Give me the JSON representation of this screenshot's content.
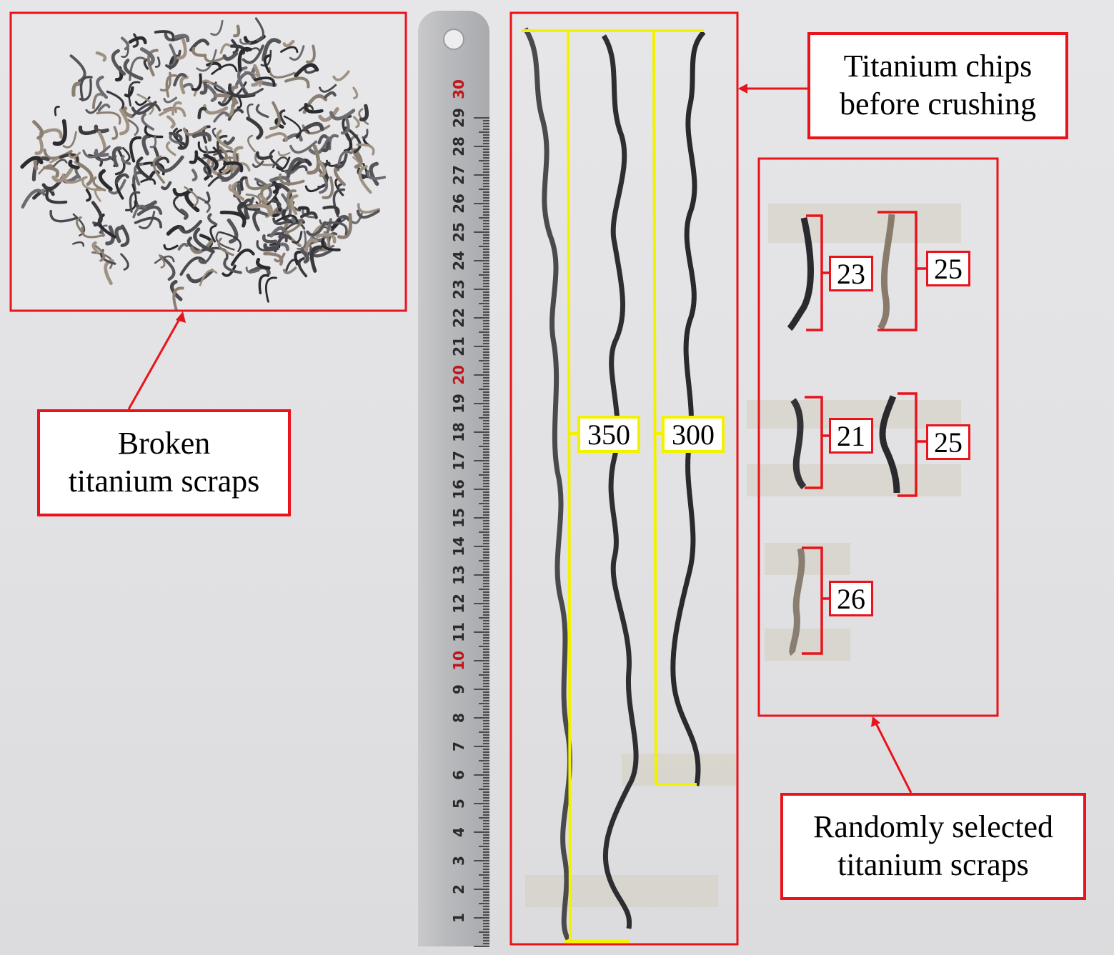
{
  "labels": {
    "broken": "Broken\ntitanium scraps",
    "before": "Titanium chips\nbefore crushing",
    "random": "Randomly selected\ntitanium scraps"
  },
  "measurements": {
    "long1": "350",
    "long2": "300",
    "s1": "23",
    "s2": "25",
    "s3": "21",
    "s4": "25",
    "s5": "26"
  },
  "ruler": {
    "marks": [
      "1",
      "2",
      "3",
      "4",
      "5",
      "6",
      "7",
      "8",
      "9",
      "10",
      "11",
      "12",
      "13",
      "14",
      "15",
      "16",
      "17",
      "18",
      "19",
      "20",
      "21",
      "22",
      "23",
      "24",
      "25",
      "26",
      "27",
      "28",
      "29",
      "30"
    ]
  },
  "colors": {
    "frame": "#e8131b",
    "yellow": "#f2f200"
  }
}
